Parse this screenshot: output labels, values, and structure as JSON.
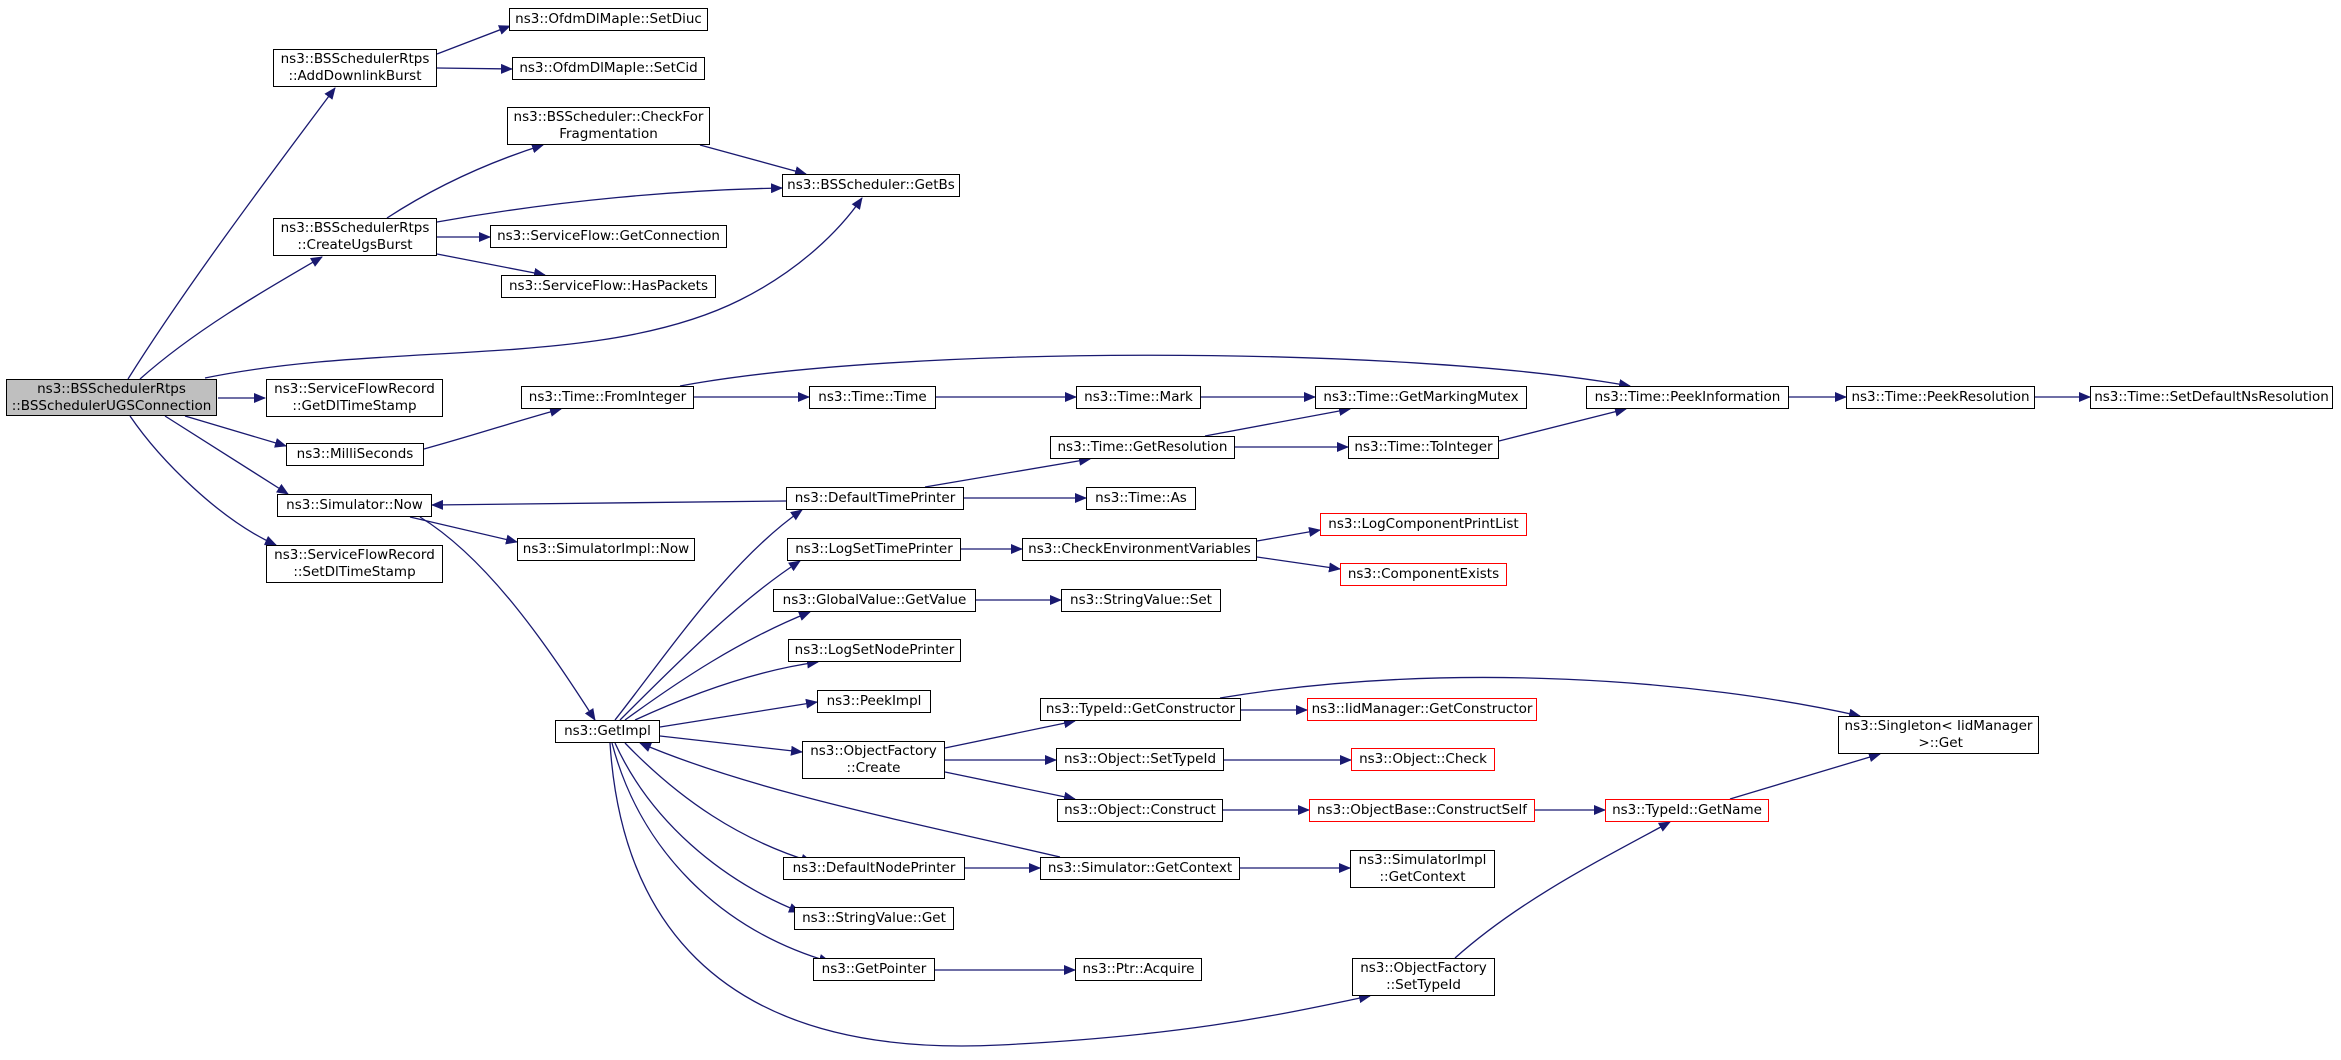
{
  "colors": {
    "edge": "#191970",
    "node_border": "#000000",
    "missing_border": "#ff0000",
    "root_fill": "#bfbfbf"
  },
  "nodes": {
    "root": "ns3::BSSchedulerRtps\n::BSSchedulerUGSConnection",
    "addDownlinkBurst": "ns3::BSSchedulerRtps\n::AddDownlinkBurst",
    "setDiuc": "ns3::OfdmDlMapIe::SetDiuc",
    "setCid": "ns3::OfdmDlMapIe::SetCid",
    "checkForFrag": "ns3::BSScheduler::CheckFor\nFragmentation",
    "getBs": "ns3::BSScheduler::GetBs",
    "createUgsBurst": "ns3::BSSchedulerRtps\n::CreateUgsBurst",
    "getConnection": "ns3::ServiceFlow::GetConnection",
    "hasPackets": "ns3::ServiceFlow::HasPackets",
    "getDlTimeStamp": "ns3::ServiceFlowRecord\n::GetDlTimeStamp",
    "milliSeconds": "ns3::MilliSeconds",
    "simNow": "ns3::Simulator::Now",
    "setDlTimeStamp": "ns3::ServiceFlowRecord\n::SetDlTimeStamp",
    "fromInteger": "ns3::Time::FromInteger",
    "timeTime": "ns3::Time::Time",
    "timeMark": "ns3::Time::Mark",
    "getMarkingMutex": "ns3::Time::GetMarkingMutex",
    "peekInformation": "ns3::Time::PeekInformation",
    "peekResolution": "ns3::Time::PeekResolution",
    "setDefaultNsRes": "ns3::Time::SetDefaultNsResolution",
    "getResolution": "ns3::Time::GetResolution",
    "toInteger": "ns3::Time::ToInteger",
    "defaultTimePrinter": "ns3::DefaultTimePrinter",
    "timeAs": "ns3::Time::As",
    "simImplNow": "ns3::SimulatorImpl::Now",
    "logSetTimePrinter": "ns3::LogSetTimePrinter",
    "checkEnvVars": "ns3::CheckEnvironmentVariables",
    "logComponentPrintList": "ns3::LogComponentPrintList",
    "componentExists": "ns3::ComponentExists",
    "globalValueGetValue": "ns3::GlobalValue::GetValue",
    "stringValueSet": "ns3::StringValue::Set",
    "logSetNodePrinter": "ns3::LogSetNodePrinter",
    "peekImpl": "ns3::PeekImpl",
    "getImpl": "ns3::GetImpl",
    "typeIdGetConstructor": "ns3::TypeId::GetConstructor",
    "iidManagerGetConstructor": "ns3::IidManager::GetConstructor",
    "singletonGet": "ns3::Singleton< IidManager\n >::Get",
    "objectFactoryCreate": "ns3::ObjectFactory\n::Create",
    "objectSetTypeId": "ns3::Object::SetTypeId",
    "objectCheck": "ns3::Object::Check",
    "objectConstruct": "ns3::Object::Construct",
    "objectBaseConstructSelf": "ns3::ObjectBase::ConstructSelf",
    "typeIdGetName": "ns3::TypeId::GetName",
    "defaultNodePrinter": "ns3::DefaultNodePrinter",
    "simGetContext": "ns3::Simulator::GetContext",
    "simImplGetContext": "ns3::SimulatorImpl\n::GetContext",
    "stringValueGet": "ns3::StringValue::Get",
    "getPointer": "ns3::GetPointer",
    "ptrAcquire": "ns3::Ptr::Acquire",
    "objectFactorySetTypeId": "ns3::ObjectFactory\n::SetTypeId"
  }
}
